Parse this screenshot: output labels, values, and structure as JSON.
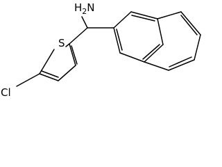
{
  "molecule": {
    "atoms": {
      "amine": {
        "element": "H",
        "subscript": "2",
        "suffix": "N"
      },
      "sulfur": {
        "element": "S"
      },
      "chlorine": {
        "element": "Cl"
      }
    },
    "colors": {
      "bond": "#000000",
      "label": "#000000",
      "background": "#ffffff"
    }
  }
}
